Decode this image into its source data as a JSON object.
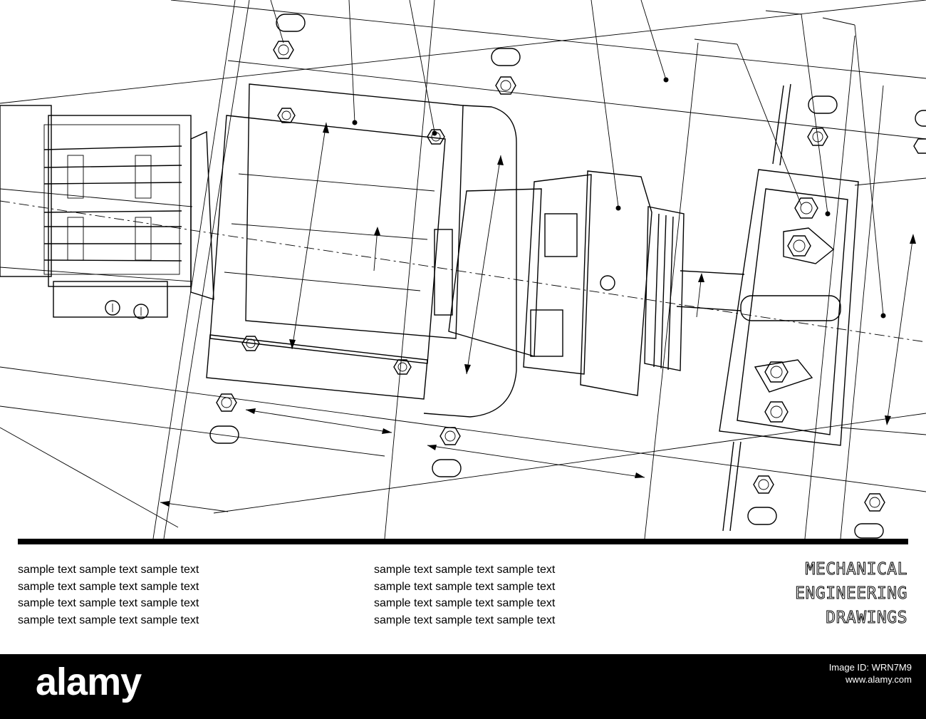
{
  "sample_lines_left": [
    "sample text sample text sample text",
    "sample text sample text sample text",
    "sample text sample text sample text",
    "sample text sample text sample text"
  ],
  "sample_lines_right": [
    "sample text sample text sample text",
    "sample text sample text sample text",
    "sample text sample text sample text",
    "sample text sample text sample text"
  ],
  "title_lines": [
    "MECHANICAL",
    "ENGINEERING",
    "DRAWINGS"
  ],
  "stock": {
    "logo": "alamy",
    "image_id_label": "Image ID: WRN7M9",
    "url": "www.alamy.com"
  },
  "colors": {
    "ink": "#000000",
    "paper": "#ffffff"
  }
}
